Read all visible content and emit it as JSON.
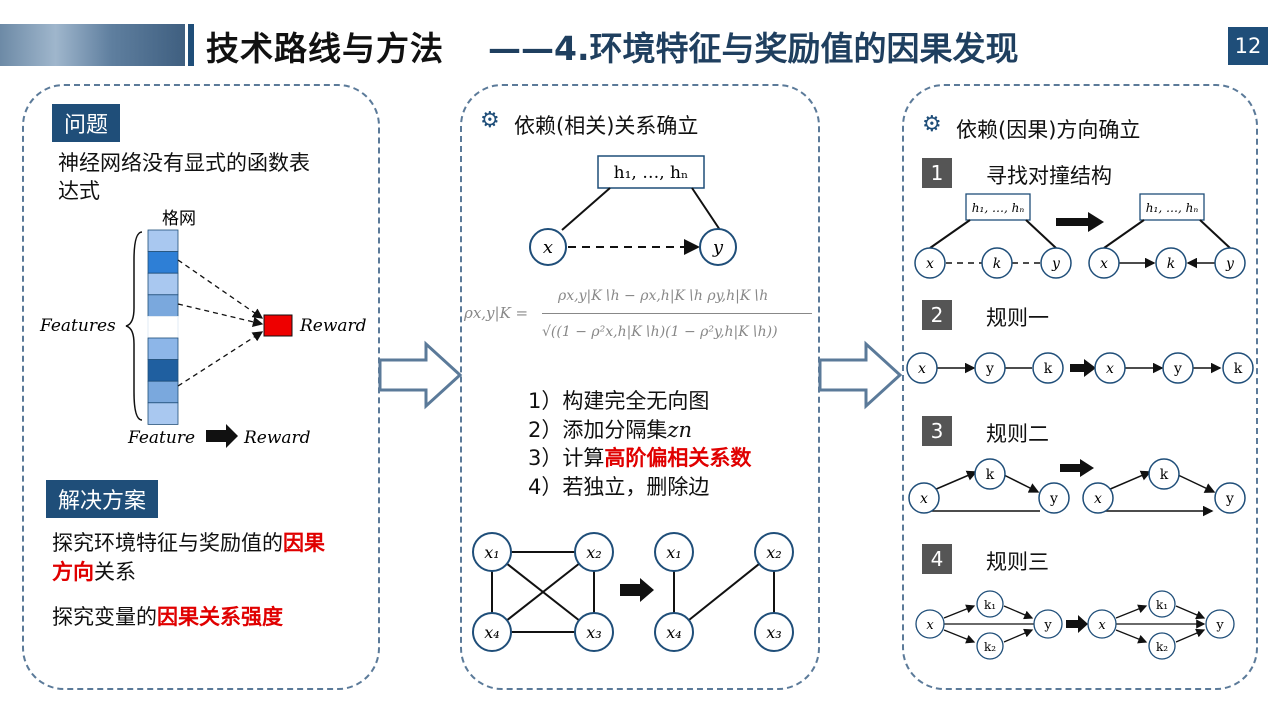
{
  "header": {
    "title": "技术路线与方法",
    "subtitle": "——4.环境特征与奖励值的因果发现",
    "page_number": "12"
  },
  "panel1": {
    "problem_tag": "问题",
    "problem_line1": "神经网络没有显式的函数表",
    "problem_line2": "达式",
    "grid_label": "格网",
    "features_label": "Features",
    "reward_label": "Reward",
    "feature_caption_left": "Feature",
    "feature_caption_right": "Reward",
    "solution_tag": "解决方案",
    "solution1_pre": "探究环境特征与奖励值的",
    "solution1_red_a": "因果",
    "solution1_red_b": "方向",
    "solution1_post": "关系",
    "solution2_pre": "探究变量的",
    "solution2_red": "因果关系强度",
    "grid_colors": [
      "#a9c8f0",
      "#2e7fd6",
      "#a9c8f0",
      "#7aa8dd",
      "#ffffff",
      "#8db6e8",
      "#1f5fa0",
      "#7aa8dd",
      "#a9c8f0"
    ]
  },
  "panel2": {
    "heading": "依赖(相关)关系确立",
    "h_box": "h₁, …, hₙ",
    "node_x": "x",
    "node_y": "y",
    "formula_lhs": "ρx,y|K =",
    "formula_num": "ρx,y|K∖h − ρx,h|K∖h ρy,h|K∖h",
    "formula_den": "√((1 − ρ²x,h|K∖h)(1 − ρ²y,h|K∖h))",
    "steps": [
      "1）构建完全无向图",
      "2）添加分隔集",
      "3）计算",
      "4）若独立，删除边"
    ],
    "step2_var": "zn",
    "step3_red": "高阶偏相关系数",
    "graph_nodes": [
      "x₁",
      "x₂",
      "x₄",
      "x₃"
    ]
  },
  "panel3": {
    "heading": "依赖(因果)方向确立",
    "rules": [
      {
        "num": "1",
        "label": "寻找对撞结构"
      },
      {
        "num": "2",
        "label": "规则一"
      },
      {
        "num": "3",
        "label": "规则二"
      },
      {
        "num": "4",
        "label": "规则三"
      }
    ],
    "h_box": "h₁, …, hₙ",
    "node_x": "x",
    "node_y": "y",
    "node_k": "k",
    "node_k1": "k₁",
    "node_k2": "k₂"
  }
}
